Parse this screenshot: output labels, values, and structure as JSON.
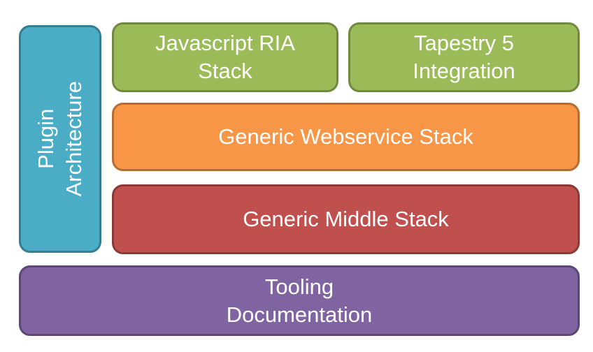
{
  "diagram": {
    "blocks": [
      {
        "id": "plugin",
        "lines": [
          "Plugin",
          "Architecture"
        ],
        "fill": "#4BACC6",
        "border": "#357D91",
        "orientation": "vertical"
      },
      {
        "id": "js-ria",
        "lines": [
          "Javascript RIA",
          "Stack"
        ],
        "fill": "#9BBB59",
        "border": "#71893F"
      },
      {
        "id": "tapestry",
        "lines": [
          "Tapestry 5",
          "Integration"
        ],
        "fill": "#9BBB59",
        "border": "#71893F"
      },
      {
        "id": "webservice",
        "lines": [
          "Generic Webservice Stack"
        ],
        "fill": "#F79646",
        "border": "#B66D31"
      },
      {
        "id": "middle",
        "lines": [
          "Generic Middle Stack"
        ],
        "fill": "#C0504D",
        "border": "#8C3836"
      },
      {
        "id": "tooling",
        "lines": [
          "Tooling",
          "Documentation"
        ],
        "fill": "#8064A2",
        "border": "#5C4776"
      }
    ]
  }
}
